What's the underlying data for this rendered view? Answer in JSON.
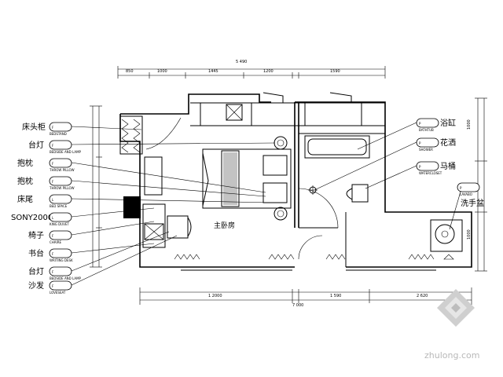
{
  "room_label": "主卧房",
  "left_callouts": [
    {
      "label": "床头柜",
      "code": "BEDSTAND"
    },
    {
      "label": "台灯",
      "code": "BEDSIDE AND LAMP"
    },
    {
      "label": "抱枕",
      "code": "THROW PILLOW"
    },
    {
      "label": "抱枕",
      "code": "THROW PILLOW"
    },
    {
      "label": "床尾",
      "code": "BED SPACE"
    },
    {
      "label": "SONY2000",
      "code": "KING DUVET"
    },
    {
      "label": "椅子",
      "code": "CHAIRE"
    },
    {
      "label": "书台",
      "code": "WRITING DESK"
    },
    {
      "label": "台灯",
      "code": "BEDSIDE AND LAMP"
    },
    {
      "label": "沙发",
      "code": "LOVESEAT"
    }
  ],
  "right_callouts": [
    {
      "label": "浴缸",
      "code": "BATHTUB"
    },
    {
      "label": "花洒",
      "code": "SHOWER"
    },
    {
      "label": "马桶",
      "code": "WATERCLOSET"
    },
    {
      "label": "洗手盆",
      "code": "LAVABO"
    }
  ],
  "watermark": "zhulong.com"
}
